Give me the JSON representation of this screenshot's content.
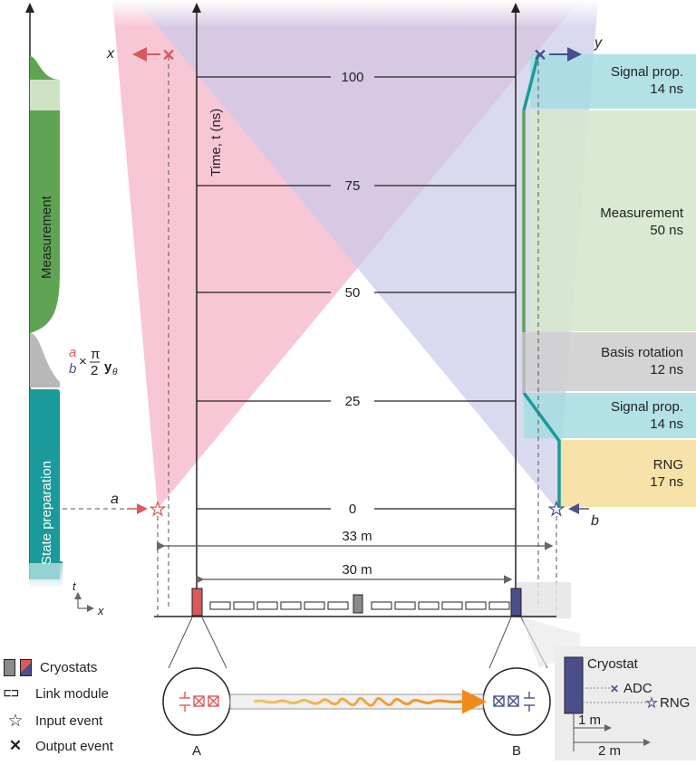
{
  "colors": {
    "red": "#d85a5a",
    "blue": "#4a4f8c",
    "teal": "#1a9a9a",
    "cone_red": "#f4b3c6",
    "cone_blue": "#c6c9e6",
    "cone_overlap": "#b79bbf",
    "measurement_green": "#d6e7cc",
    "measurement_dark_green": "#5fa453",
    "signal_cyan": "#a4dde0",
    "basis_gray": "#cfcfcf",
    "rng_yellow": "#f7e0a4",
    "gold": "#f3b325"
  },
  "time_axis": {
    "label": "Time, t (ns)",
    "ticks": [
      "0",
      "25",
      "50",
      "75",
      "100"
    ]
  },
  "events": {
    "input_a": "a",
    "input_b": "b",
    "output_x": "x",
    "output_y": "y"
  },
  "left_bar": {
    "measurement": "Measurement",
    "state_preparation": "State preparation",
    "rotation_a": "a",
    "rotation_b": "b",
    "rotation_times": "×",
    "rotation_pi": "π",
    "rotation_two": "2",
    "rotation_y": "y",
    "rotation_theta": "θ"
  },
  "timeline_blocks": [
    {
      "title": "Signal prop.",
      "duration": "14 ns"
    },
    {
      "title": "Measurement",
      "duration": "50 ns"
    },
    {
      "title": "Basis rotation",
      "duration": "12 ns"
    },
    {
      "title": "Signal prop.",
      "duration": "14 ns"
    },
    {
      "title": "RNG",
      "duration": "17 ns"
    }
  ],
  "distances": {
    "outer": "33 m",
    "inner": "30 m"
  },
  "axes_small": {
    "t": "t",
    "x": "x"
  },
  "legend": {
    "cryostats": "Cryostats",
    "link_module": "Link module",
    "input_event": "Input event",
    "output_event": "Output event"
  },
  "nodes": {
    "A": "A",
    "B": "B"
  },
  "inset": {
    "cryostat": "Cryostat",
    "adc": "ADC",
    "rng": "RNG",
    "one_m": "1 m",
    "two_m": "2 m"
  }
}
